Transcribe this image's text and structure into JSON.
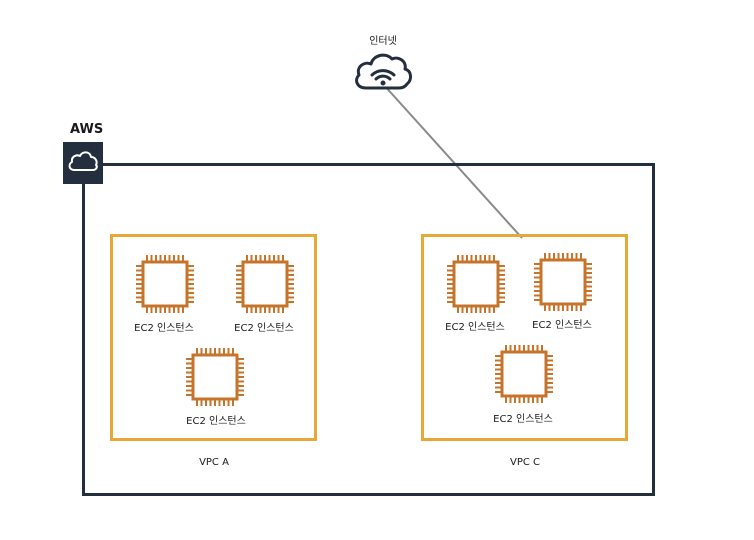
{
  "internet": {
    "label": "인터넷",
    "icon": "cloud-wifi-icon"
  },
  "aws": {
    "label": "AWS",
    "icon": "cloud-icon",
    "border_color": "#232f3e"
  },
  "vpcs": [
    {
      "label": "VPC A",
      "border_color": "#e8a838",
      "instances": [
        {
          "label": "EC2 인스턴스"
        },
        {
          "label": "EC2 인스턴스"
        },
        {
          "label": "EC2 인스턴스"
        }
      ]
    },
    {
      "label": "VPC C",
      "border_color": "#e8a838",
      "instances": [
        {
          "label": "EC2 인스턴스"
        },
        {
          "label": "EC2 인스턴스"
        },
        {
          "label": "EC2 인스턴스"
        }
      ]
    }
  ],
  "colors": {
    "ec2_chip": "#c7742b",
    "connector_line": "#8a8a8a"
  }
}
